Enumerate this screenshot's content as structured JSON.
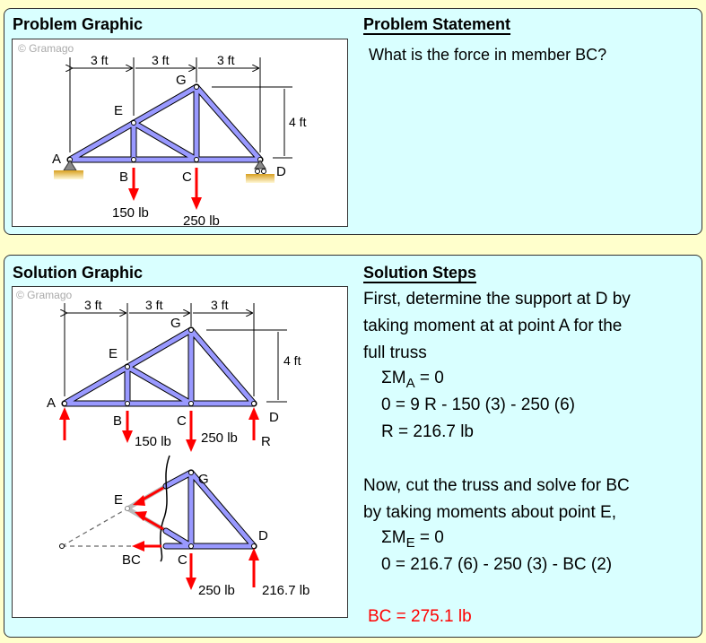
{
  "problem_panel": {
    "graphic_title": "Problem Graphic",
    "statement_title": "Problem Statement",
    "statement_text": "What is the force in member BC?"
  },
  "solution_panel": {
    "graphic_title": "Solution Graphic",
    "steps_title": "Solution Steps",
    "steps": [
      "First, determine the support at D by",
      "taking moment at at point A for the",
      "full truss"
    ],
    "eq1_sum": "ΣM",
    "eq1_sub": "A",
    "eq1_rest": " = 0",
    "eq2": "0 = 9 R - 150 (3) - 250 (6)",
    "eq3": "R = 216.7 lb",
    "steps2": [
      "Now, cut the truss and solve for BC",
      "by taking moments about point E,"
    ],
    "eq4_sum": "ΣM",
    "eq4_sub": "E",
    "eq4_rest": " = 0",
    "eq5": "0 = 216.7 (6) - 250 (3) - BC (2)",
    "answer": "BC = 275.1 lb"
  },
  "diagram": {
    "watermark": "© Gramago",
    "dim_3ft": "3 ft",
    "dim_4ft": "4 ft",
    "labels": {
      "A": "A",
      "B": "B",
      "C": "C",
      "D": "D",
      "E": "E",
      "G": "G"
    },
    "load_B": "150 lb",
    "load_C": "250 lb",
    "reaction_R": "R",
    "reaction_value": "216.7 lb",
    "member_BC": "BC"
  },
  "colors": {
    "background": "#ffffcc",
    "panel": "#d9ffff",
    "member": "#9999ff",
    "force": "#ff0000",
    "ground": "#e0b030"
  }
}
